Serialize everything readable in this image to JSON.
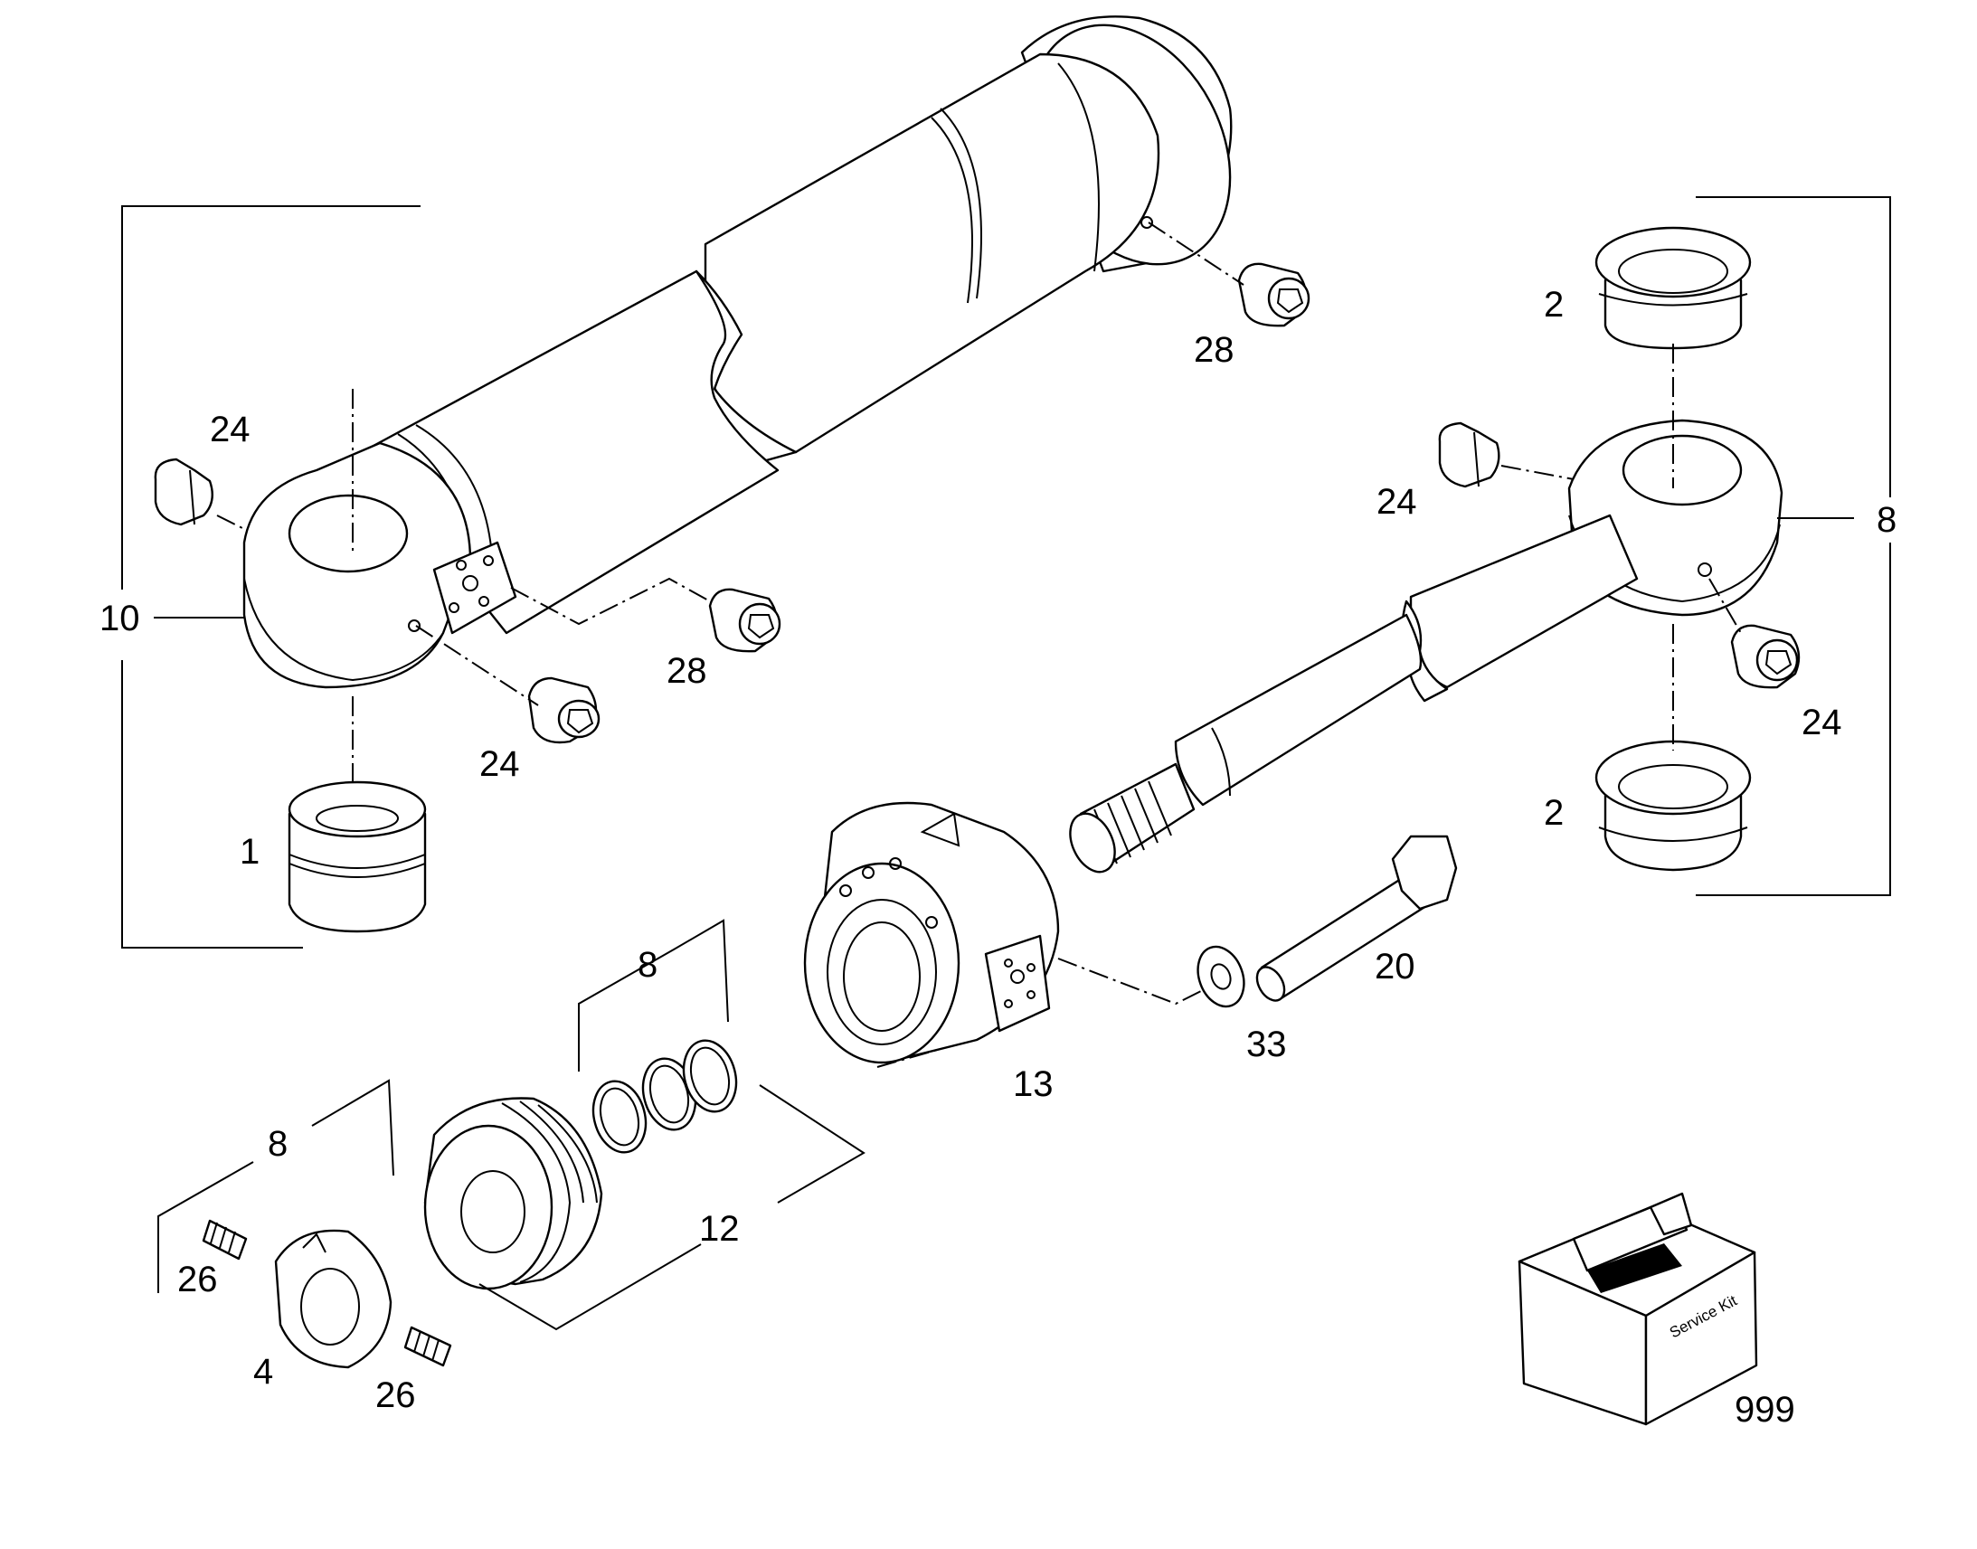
{
  "diagram": {
    "callouts": {
      "p1": "1",
      "p2_top": "2",
      "p2_bottom": "2",
      "p4": "4",
      "p8_rod": "8",
      "p8_seals": "8",
      "p8_nut": "8",
      "p10": "10",
      "p12": "12",
      "p13": "13",
      "p20": "20",
      "p24_a": "24",
      "p24_b": "24",
      "p24_c": "24",
      "p24_d": "24",
      "p26_a": "26",
      "p26_b": "26",
      "p28_a": "28",
      "p28_b": "28",
      "p33": "33",
      "p999": "999"
    },
    "kit_box_text": "Service Kit"
  }
}
